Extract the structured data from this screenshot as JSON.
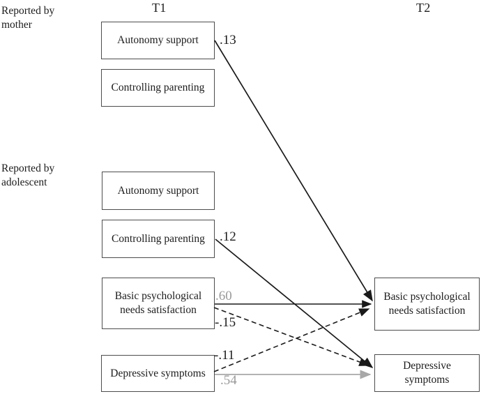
{
  "diagram": {
    "columns": {
      "t1": "T1",
      "t2": "T2"
    },
    "reporters": {
      "mother_line1": "Reported by",
      "mother_line2": "mother",
      "adolescent_line1": "Reported by",
      "adolescent_line2": "adolescent"
    },
    "boxes": {
      "mother_autonomy_support": "Autonomy support",
      "mother_controlling_parenting": "Controlling parenting",
      "adolescent_autonomy_support": "Autonomy support",
      "adolescent_controlling_parenting": "Controlling parenting",
      "t1_needs_satisfaction": "Basic psychological needs satisfaction",
      "t1_depressive_symptoms": "Depressive symptoms",
      "t2_needs_satisfaction": "Basic psychological needs satisfaction",
      "t2_depressive_symptoms": "Depressive symptoms"
    },
    "paths": {
      "p13": {
        "coef": ".13",
        "from": "mother_autonomy_support_T1",
        "to": "t2_needs_satisfaction",
        "line": "solid-black"
      },
      "p12": {
        "coef": ".12",
        "from": "adolescent_controlling_parenting_T1",
        "to": "t2_depressive_symptoms",
        "line": "solid-black"
      },
      "p60": {
        "coef": ".60",
        "from": "t1_needs_satisfaction",
        "to": "t2_needs_satisfaction",
        "line": "solid-black",
        "label_color": "gray"
      },
      "p15": {
        "coef": "-.15",
        "from": "t1_needs_satisfaction",
        "to": "t2_depressive_symptoms",
        "line": "dashed-black"
      },
      "p11": {
        "coef": "-.11",
        "from": "t1_depressive_symptoms",
        "to": "t2_needs_satisfaction",
        "line": "dashed-black"
      },
      "p54": {
        "coef": ".54",
        "from": "t1_depressive_symptoms",
        "to": "t2_depressive_symptoms",
        "line": "solid-gray",
        "label_color": "gray"
      }
    },
    "colors": {
      "line_black": "#1a1a1a",
      "line_gray": "#a8a8a8",
      "coef_gray": "#9a9a9a",
      "box_border": "#4c4c4c",
      "background": "#ffffff"
    }
  }
}
